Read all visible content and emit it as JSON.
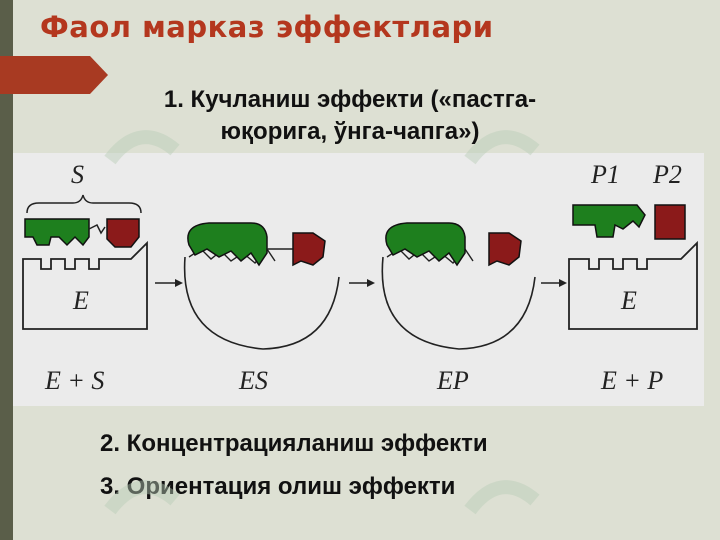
{
  "title": "Фаол марказ эффектлари",
  "heading_1": {
    "line1": "1. Кучланиш эффекти  («пастга-",
    "line2": "юқорига, ўнга-чапга»)"
  },
  "diagram": {
    "substrate_label": "S",
    "product1_label": "P1",
    "product2_label": "P2",
    "enzyme_label_1": "E",
    "enzyme_label_2": "E",
    "stage_labels": [
      "E + S",
      "ES",
      "EP",
      "E + P"
    ]
  },
  "effects": {
    "item2": "2. Концентрацияланиш эффекти",
    "item3": "3. Ориентация олиш эффекти"
  },
  "colors": {
    "title": "#b4371e",
    "ribbon": "#a83a22",
    "green_part": "#1e7f1e",
    "red_part": "#8b1a1a",
    "background": "#dde0d3",
    "panel": "#ebebeb"
  }
}
